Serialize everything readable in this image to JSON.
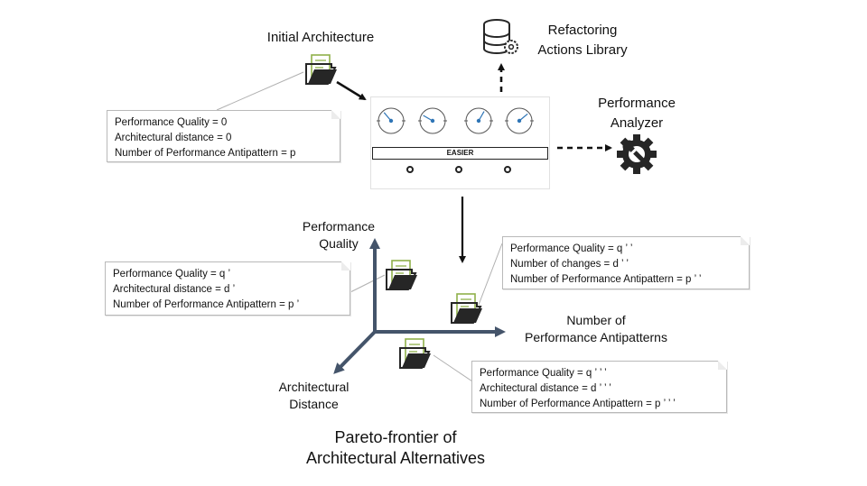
{
  "labels": {
    "initial_architecture": "Initial Architecture",
    "refactoring_library": [
      "Refactoring",
      "Actions Library"
    ],
    "performance_analyzer": [
      "Performance",
      "Analyzer"
    ],
    "axis_quality": [
      "Performance",
      "Quality"
    ],
    "axis_antipatterns": [
      "Number of",
      "Performance Antipatterns"
    ],
    "axis_distance": [
      "Architectural",
      "Distance"
    ],
    "caption": [
      "Pareto-frontier of",
      "Architectural Alternatives"
    ]
  },
  "notes": {
    "initial": [
      "Performance Quality = 0",
      "Architectural distance = 0",
      "Number of Performance Antipattern = p"
    ],
    "left": [
      "Performance Quality = q ’",
      "Architectural distance = d ’",
      "Number of Performance Antipattern = p ’"
    ],
    "right_top": [
      "Performance Quality = q ’ ’",
      "Number of changes = d ’ ’",
      "Number of Performance Antipattern = p ’ ’"
    ],
    "right_bottom": [
      "Performance Quality = q ’ ’ ’",
      "Architectural distance =  d ’ ’ ’",
      "Number of Performance Antipattern = p ’ ’ ’"
    ]
  },
  "tool_panel": {
    "title": "EASIER",
    "dial_labels": [
      "",
      "",
      "",
      ""
    ],
    "knob_labels": [
      "",
      "",
      ""
    ]
  },
  "icons": {
    "document": "document-folder-icon",
    "database": "database-gear-icon",
    "analyzer": "gear-wrench-icon"
  },
  "colors": {
    "axis": "#44546a",
    "document_green": "#8fb04a",
    "folder": "#262626",
    "dial_needle": "#2e75b6"
  }
}
